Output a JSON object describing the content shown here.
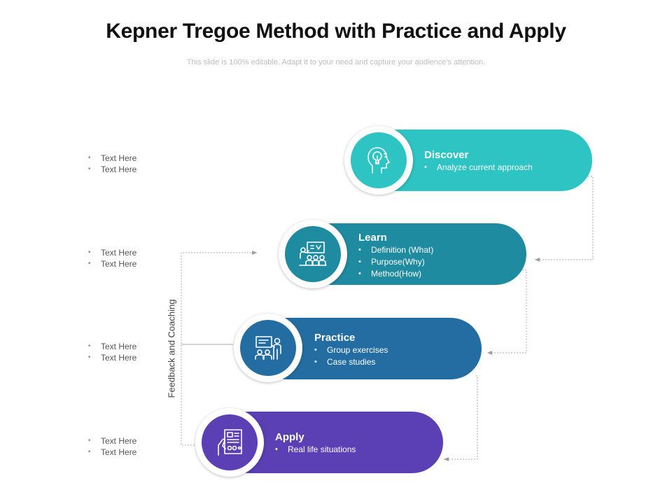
{
  "title": "Kepner Tregoe Method with Practice and Apply",
  "subtitle": "This slide is 100% editable. Adapt it to your need and capture your audience's attention.",
  "side_label": "Feedback and Coaching",
  "colors": {
    "discover": "#2ec4c4",
    "learn": "#1e8ba0",
    "practice": "#236da3",
    "apply": "#5b3fb5",
    "connector": "#9e9e9e"
  },
  "left_bullets": [
    [
      "Text Here",
      "Text Here"
    ],
    [
      "Text Here",
      "Text Here"
    ],
    [
      "Text Here",
      "Text Here"
    ],
    [
      "Text Here",
      "Text Here"
    ]
  ],
  "steps": [
    {
      "name": "Discover",
      "icon": "lightbulb-head-icon",
      "bullets": [
        "Analyze current approach"
      ]
    },
    {
      "name": "Learn",
      "icon": "presentation-audience-icon",
      "bullets": [
        "Definition (What)",
        "Purpose(Why)",
        "Method(How)"
      ]
    },
    {
      "name": "Practice",
      "icon": "training-group-icon",
      "bullets": [
        "Group exercises",
        "Case studies"
      ]
    },
    {
      "name": "Apply",
      "icon": "hand-document-icon",
      "bullets": [
        "Real life situations"
      ]
    }
  ]
}
